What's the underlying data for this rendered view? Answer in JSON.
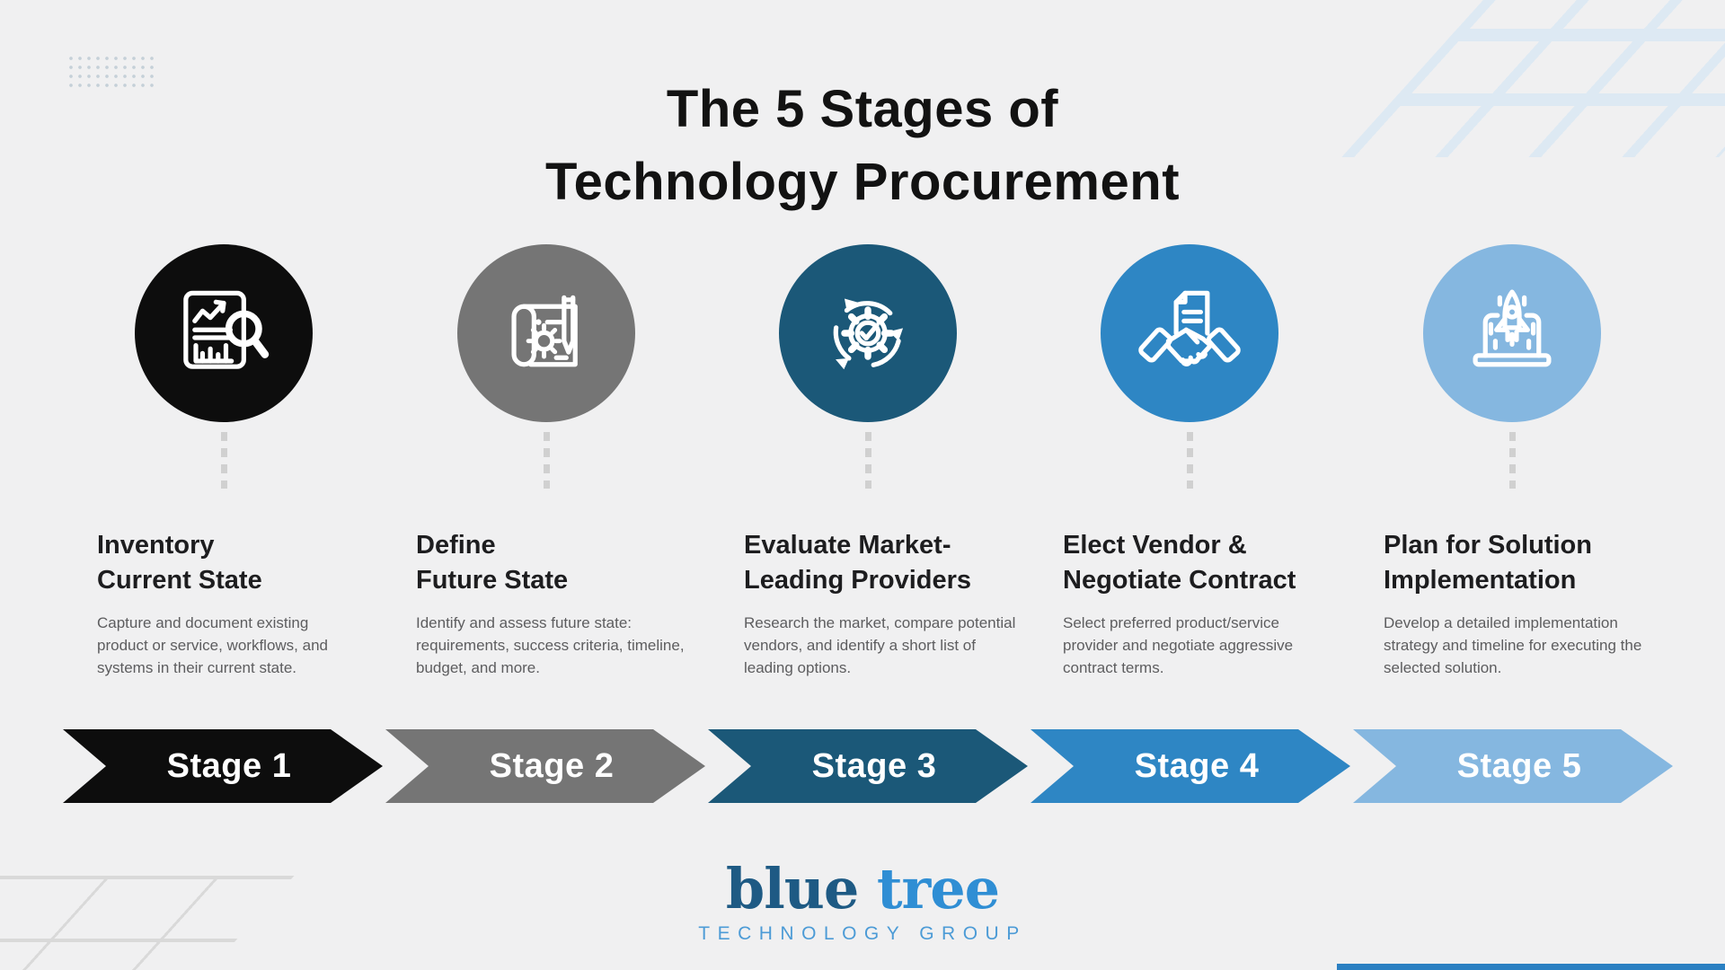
{
  "page": {
    "background": "#f0f0f1"
  },
  "header": {
    "title_line1": "The 5 Stages of",
    "title_line2": "Technology Procurement"
  },
  "stages": [
    {
      "label": "Stage 1",
      "title_line1": "Inventory",
      "title_line2": "Current State",
      "description": "Capture and document existing product or service, workflows, and systems in their current state.",
      "color": "#0d0d0d",
      "icon": "report-analysis-icon"
    },
    {
      "label": "Stage 2",
      "title_line1": "Define",
      "title_line2": "Future State",
      "description": "Identify and assess future state: requirements, success criteria, timeline, budget, and more.",
      "color": "#757575",
      "icon": "blueprint-gear-pencil-icon"
    },
    {
      "label": "Stage 3",
      "title_line1": "Evaluate Market-",
      "title_line2": "Leading Providers",
      "description": "Research the market, compare potential vendors, and identify a short list of leading options.",
      "color": "#1b5878",
      "icon": "process-cycle-gear-check-icon"
    },
    {
      "label": "Stage 4",
      "title_line1": "Elect Vendor &",
      "title_line2": "Negotiate Contract",
      "description": "Select preferred product/service provider and negotiate aggressive contract terms.",
      "color": "#2e86c4",
      "icon": "handshake-contract-icon"
    },
    {
      "label": "Stage 5",
      "title_line1": "Plan for Solution",
      "title_line2": "Implementation",
      "description": "Develop a detailed implementation strategy and timeline for executing the selected solution.",
      "color": "#85b7e0",
      "icon": "laptop-rocket-launch-icon"
    }
  ],
  "logo": {
    "word1": "blue",
    "word2": "tree",
    "word1_color": "#1e5a84",
    "word2_color": "#2f8ed4",
    "subtitle": "TECHNOLOGY GROUP",
    "subtitle_color": "#4c9bd6"
  }
}
